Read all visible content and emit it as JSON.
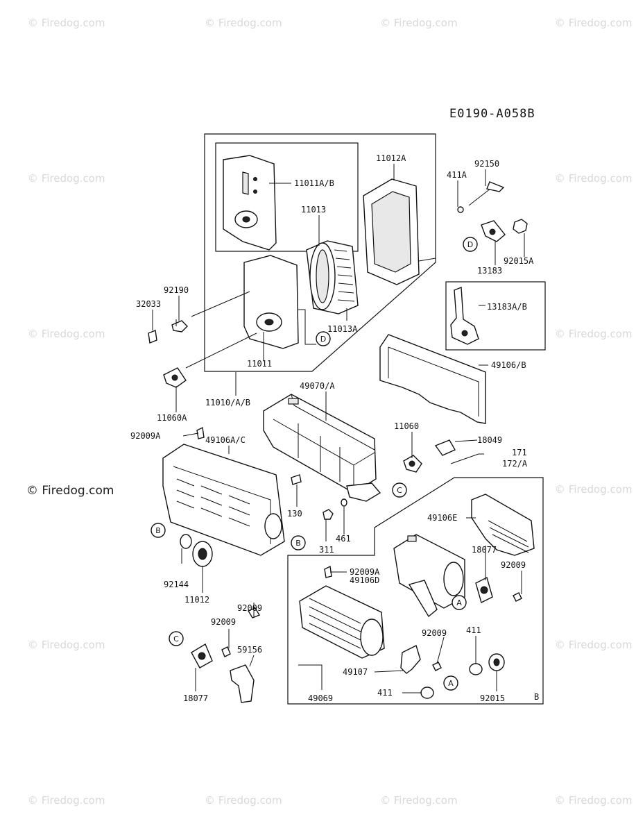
{
  "diagram_code": "E0190-A058B",
  "watermark": "© Firedog.com",
  "box_label_b": "B",
  "labels": {
    "p11011ab": "11011A/B",
    "p11012a": "11012A",
    "p411a": "411A",
    "p92150": "92150",
    "p11013": "11013",
    "p92015a": "92015A",
    "p13183": "13183",
    "p13183ab": "13183A/B",
    "p92190": "92190",
    "p32033": "32033",
    "p11013a": "11013A",
    "p11011": "11011",
    "p49106b": "49106/B",
    "p11060a": "11060A",
    "p11010ab": "11010/A/B",
    "p49070a": "49070/A",
    "p92009a_1": "92009A",
    "p49106ac": "49106A/C",
    "p11060": "11060",
    "p18049": "18049",
    "p171": "171",
    "p172a": "172/A",
    "p130": "130",
    "p49106e": "49106E",
    "p311": "311",
    "p461": "461",
    "p18077_r": "18077",
    "p92009_r": "92009",
    "p92144": "92144",
    "p11012": "11012",
    "p92009a_2": "92009A",
    "p49106d": "49106D",
    "p92009_l": "92009",
    "p92009_c": "92009",
    "p411_r": "411",
    "p49107": "49107",
    "p59156": "59156",
    "p411_b": "411",
    "p18077_l": "18077",
    "p49069": "49069",
    "p92015": "92015"
  },
  "callouts": {
    "d1": "D",
    "d2": "D",
    "c1": "C",
    "c2": "C",
    "b1": "B",
    "b2": "B",
    "a1": "A",
    "a2": "A"
  }
}
